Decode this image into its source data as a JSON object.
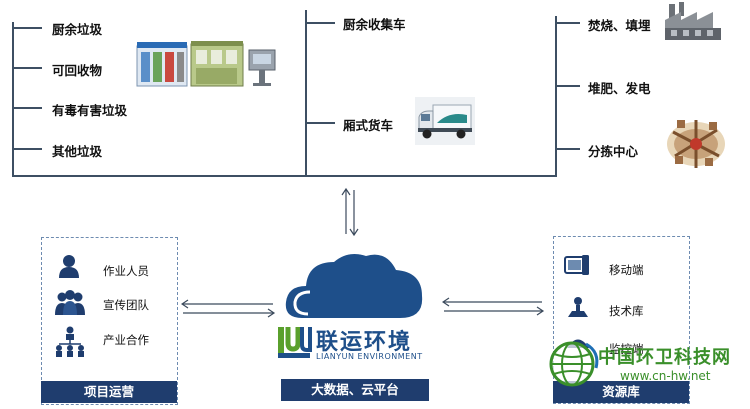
{
  "collection": {
    "items": [
      "厨余垃圾",
      "可回收物",
      "有毒有害垃圾",
      "其他垃圾"
    ]
  },
  "transport": {
    "items": [
      "厨余收集车",
      "厢式货车"
    ]
  },
  "disposal": {
    "items": [
      "焚烧、填埋",
      "堆肥、发电",
      "分拣中心"
    ]
  },
  "operations": {
    "items": [
      "作业人员",
      "宣传团队",
      "产业合作"
    ],
    "footer": "项目运营"
  },
  "platform": {
    "brand_cn": "联运环境",
    "brand_en": "LIANYUN ENVIRONMENT",
    "footer": "大数据、云平台"
  },
  "resources": {
    "items": [
      "移动端",
      "技术库",
      "监控端"
    ],
    "footer": "资源库"
  },
  "watermark": {
    "name": "中国环卫科技网",
    "url": "www.cn-hw.net"
  },
  "colors": {
    "navy": "#1f3d6e",
    "line": "#3d4f63",
    "cloud": "#1e4f8a",
    "logo_green": "#5aa02c",
    "watermark_green": "#3a8f2a"
  }
}
